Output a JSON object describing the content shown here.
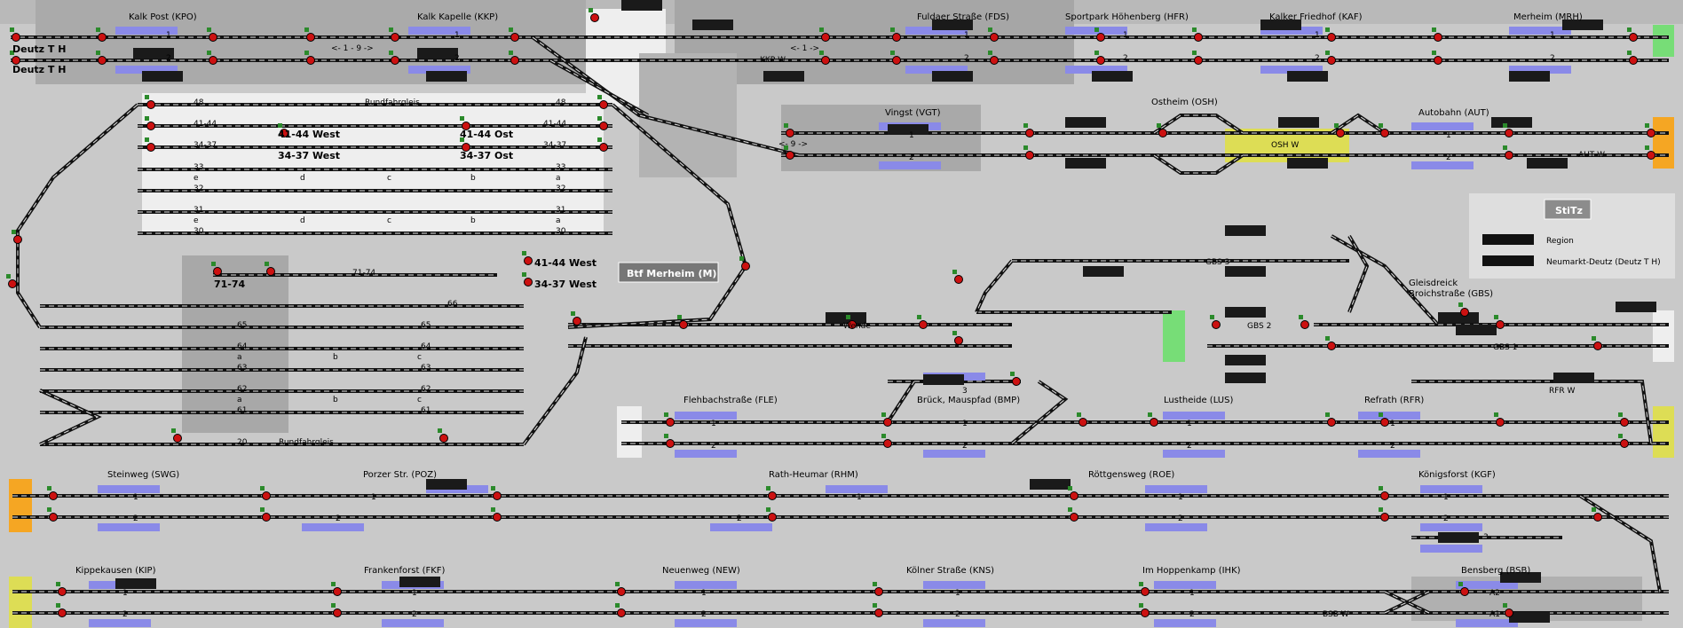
{
  "colors": {
    "background": "#c9c9c9",
    "track": "#111111",
    "track_core": "#e8e8e8",
    "signal_red": "#cc1111",
    "platform_blue": "#8a8ae8",
    "area_light": "#f0f0f0",
    "area_dark": "#a6a6a6",
    "yellow": "#dddd55",
    "green": "#77dd77",
    "orange": "#f5a623"
  },
  "stations": {
    "kpo": "Kalk Post (KPO)",
    "kkp": "Kalk Kapelle (KKP)",
    "fds": "Fuldaer Straße (FDS)",
    "hfr": "Sportpark Höhenberg (HFR)",
    "kaf": "Kalker Friedhof (KAF)",
    "mrh": "Merheim (MRH)",
    "vgt": "Vingst (VGT)",
    "osh": "Ostheim (OSH)",
    "aut": "Autobahn (AUT)",
    "fle": "Flehbachstraße (FLE)",
    "bmp": "Brück, Mauspfad (BMP)",
    "lus": "Lustheide (LUS)",
    "rfr": "Refrath (RFR)",
    "swg": "Steinweg (SWG)",
    "poz": "Porzer Str. (POZ)",
    "rhm": "Rath-Heumar (RHM)",
    "roe": "Röttgensweg (ROE)",
    "kgf": "Königsforst (KGF)",
    "kip": "Kippekausen (KIP)",
    "fkf": "Frankenforst (FKF)",
    "new": "Neuenweg (NEW)",
    "kns": "Kölner Straße (KNS)",
    "ihk": "Im Hoppenkamp (IHK)",
    "bsb": "Bensberg (BSB)",
    "gbs_1": "Gleisdreick",
    "gbs_2": "Broichstraße (GBS)"
  },
  "labels": {
    "deutz_1": "Deutz T H",
    "deutz_2": "Deutz T H",
    "kkp_w": "KKP W",
    "osh_w": "OSH W",
    "aut_w": "AUT W",
    "rfr_w": "RFR W",
    "bsb_w": "BSB W",
    "gbs_3": "GBS 3",
    "gbs_2": "GBS 2",
    "gbs_1": "GBS 1",
    "wende": "Wende",
    "rundfahrgleis_top": "Rundfahrgleis",
    "rundfahrgleis_bottom": "Rundfahrgleis",
    "w4144_a": "41-44 West",
    "w3437_a": "34-37 West",
    "o4144": "41-44 Ost",
    "o3437": "34-37 Ost",
    "w4144_b": "41-44 West",
    "w3437_b": "34-37 West",
    "label_7174": "71-74",
    "label_7174b": "71-74",
    "btf": "Btf Merheim (M)",
    "lbl_4144": "41-44",
    "lbl_3437": "34-37",
    "lbl_4144r": "41-44",
    "lbl_3437r": "34-37",
    "arrow_19": "<- 1 - 9 ->",
    "arrow_1": "<- 1 ->",
    "arrow_9": "<- 9 ->"
  },
  "tracks": {
    "t1": "1",
    "t2": "2",
    "t3": "3",
    "tA1": "A1",
    "tA2": "A2",
    "tw": "Wende",
    "n33": "33",
    "n32": "32",
    "n31": "31",
    "n30": "30",
    "n48": "48",
    "n20": "20",
    "n65": "65",
    "n64": "64",
    "n63": "63",
    "n62": "62",
    "n61": "61",
    "n66": "66",
    "e": "e",
    "d": "d",
    "c": "c",
    "b": "b",
    "a": "a"
  },
  "legend": {
    "title": "StiTz",
    "items": [
      "Region",
      "Neumarkt-Deutz (Deutz T H)"
    ]
  }
}
